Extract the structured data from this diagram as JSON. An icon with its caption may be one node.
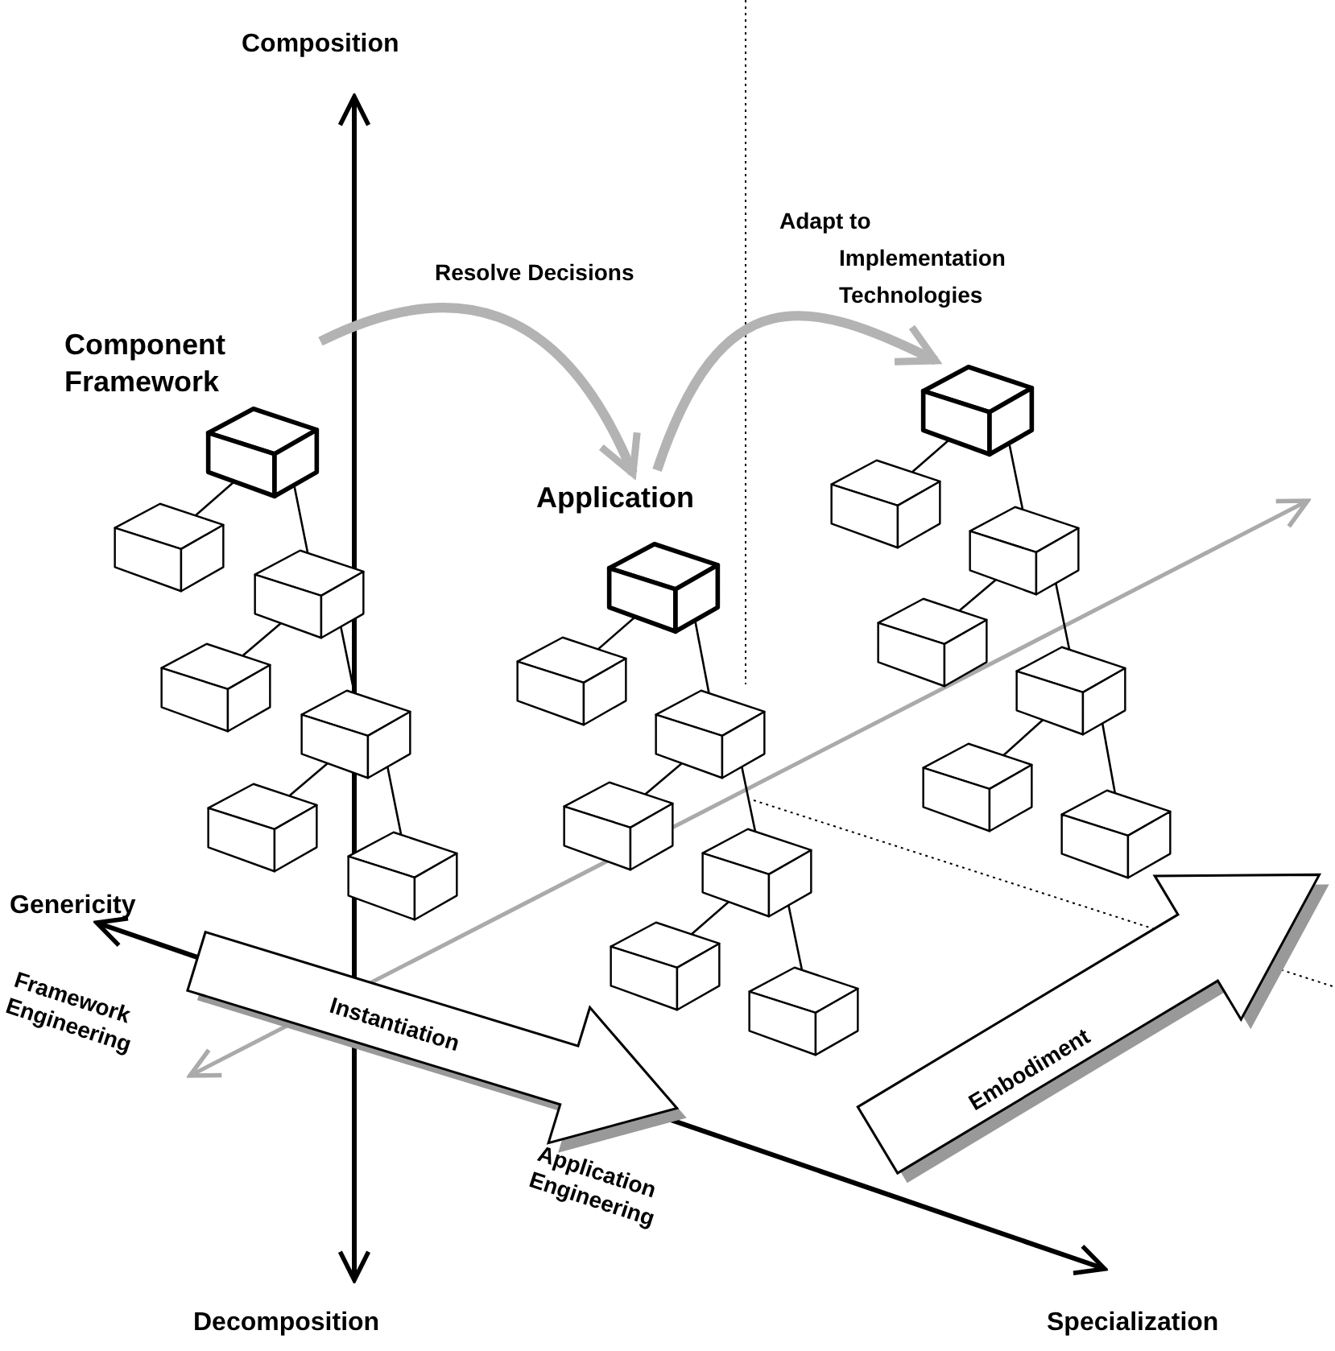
{
  "diagram": {
    "nodes": [
      {
        "text": [
          "Component Framework"
        ]
      },
      {
        "text": [],
        "shape": "box"
      },
      {
        "text": [],
        "shape": "box"
      },
      {
        "text": [],
        "shape": "box"
      },
      {
        "text": [],
        "shape": "box"
      },
      {
        "text": [],
        "shape": "box"
      },
      {
        "text": [],
        "shape": "box"
      },
      {
        "text": [
          "Application"
        ]
      },
      {
        "text": [],
        "shape": "box"
      },
      {
        "text": [],
        "shape": "box"
      },
      {
        "text": [],
        "shape": "box"
      },
      {
        "text": [],
        "shape": "box"
      },
      {
        "text": [],
        "shape": "box"
      },
      {
        "text": [],
        "shape": "box"
      },
      {
        "text": [],
        "shape": "box"
      },
      {
        "text": [],
        "shape": "box"
      },
      {
        "text": [],
        "shape": "box"
      },
      {
        "text": [],
        "shape": "box"
      },
      {
        "text": [],
        "shape": "box"
      },
      {
        "text": [],
        "shape": "box"
      },
      {
        "text": [],
        "shape": "box"
      }
    ],
    "edges": [
      {
        "from": 0,
        "to": 1,
        "arrow": "none"
      },
      {
        "from": 0,
        "to": 2,
        "arrow": "none"
      },
      {
        "from": 2,
        "to": 3,
        "arrow": "none"
      },
      {
        "from": 2,
        "to": 4,
        "arrow": "none"
      },
      {
        "from": 4,
        "to": 5,
        "arrow": "none"
      },
      {
        "from": 4,
        "to": 6,
        "arrow": "none"
      },
      {
        "from": 7,
        "to": 8,
        "arrow": "none"
      },
      {
        "from": 7,
        "to": 9,
        "arrow": "none"
      },
      {
        "from": 9,
        "to": 10,
        "arrow": "none"
      },
      {
        "from": 9,
        "to": 11,
        "arrow": "none"
      },
      {
        "from": 11,
        "to": 12,
        "arrow": "none"
      },
      {
        "from": 11,
        "to": 13,
        "arrow": "none"
      },
      {
        "from": 14,
        "to": 15,
        "arrow": "none"
      },
      {
        "from": 14,
        "to": 16,
        "arrow": "none"
      },
      {
        "from": 16,
        "to": 17,
        "arrow": "none"
      },
      {
        "from": 16,
        "to": 18,
        "arrow": "none"
      },
      {
        "from": 18,
        "to": 19,
        "arrow": "none"
      },
      {
        "from": 18,
        "to": 20,
        "arrow": "none"
      },
      {
        "from": 0,
        "to": 7,
        "arrow": "to",
        "label": "Resolve Decisions",
        "style": "thick",
        "color": "#b3b3b3"
      },
      {
        "from": 7,
        "to": 14,
        "arrow": "to",
        "label": "Adapt to Implementation Technologies",
        "style": "thick",
        "color": "#b3b3b3"
      }
    ],
    "labels": [
      "Composition",
      "Genericity",
      "Instantiation",
      "Framework Engineering",
      "Embodiment",
      "Application Engineering",
      "Decomposition",
      "Specialization"
    ]
  }
}
